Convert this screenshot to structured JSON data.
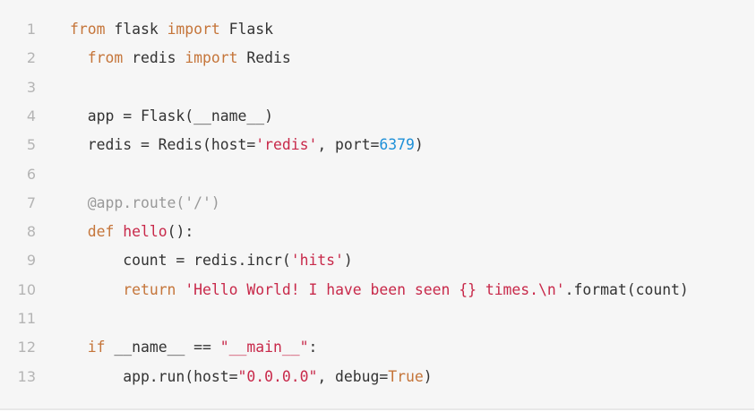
{
  "code": {
    "lines": [
      {
        "number": "1",
        "tokens": [
          {
            "t": "kw",
            "v": "from"
          },
          {
            "t": "plain",
            "v": " flask "
          },
          {
            "t": "kw",
            "v": "import"
          },
          {
            "t": "plain",
            "v": " Flask"
          }
        ]
      },
      {
        "number": "2",
        "tokens": [
          {
            "t": "plain",
            "v": "  "
          },
          {
            "t": "kw",
            "v": "from"
          },
          {
            "t": "plain",
            "v": " redis "
          },
          {
            "t": "kw",
            "v": "import"
          },
          {
            "t": "plain",
            "v": " Redis"
          }
        ]
      },
      {
        "number": "3",
        "tokens": []
      },
      {
        "number": "4",
        "tokens": [
          {
            "t": "plain",
            "v": "  app = Flask(__name__)"
          }
        ]
      },
      {
        "number": "5",
        "tokens": [
          {
            "t": "plain",
            "v": "  redis = Redis(host="
          },
          {
            "t": "str",
            "v": "'redis'"
          },
          {
            "t": "plain",
            "v": ", port="
          },
          {
            "t": "num",
            "v": "6379"
          },
          {
            "t": "plain",
            "v": ")"
          }
        ]
      },
      {
        "number": "6",
        "tokens": []
      },
      {
        "number": "7",
        "tokens": [
          {
            "t": "plain",
            "v": "  "
          },
          {
            "t": "dec",
            "v": "@app.route('/')"
          }
        ]
      },
      {
        "number": "8",
        "tokens": [
          {
            "t": "plain",
            "v": "  "
          },
          {
            "t": "kw",
            "v": "def"
          },
          {
            "t": "plain",
            "v": " "
          },
          {
            "t": "fn",
            "v": "hello"
          },
          {
            "t": "plain",
            "v": "():"
          }
        ]
      },
      {
        "number": "9",
        "tokens": [
          {
            "t": "plain",
            "v": "      count = redis.incr("
          },
          {
            "t": "str",
            "v": "'hits'"
          },
          {
            "t": "plain",
            "v": ")"
          }
        ]
      },
      {
        "number": "10",
        "tokens": [
          {
            "t": "plain",
            "v": "      "
          },
          {
            "t": "kw",
            "v": "return"
          },
          {
            "t": "plain",
            "v": " "
          },
          {
            "t": "str",
            "v": "'Hello World! I have been seen {} times.\\n'"
          },
          {
            "t": "plain",
            "v": ".format(count)"
          }
        ]
      },
      {
        "number": "11",
        "tokens": []
      },
      {
        "number": "12",
        "tokens": [
          {
            "t": "plain",
            "v": "  "
          },
          {
            "t": "kw",
            "v": "if"
          },
          {
            "t": "plain",
            "v": " __name__ == "
          },
          {
            "t": "str",
            "v": "\"__main__\""
          },
          {
            "t": "plain",
            "v": ":"
          }
        ]
      },
      {
        "number": "13",
        "tokens": [
          {
            "t": "plain",
            "v": "      app.run(host="
          },
          {
            "t": "str",
            "v": "\"0.0.0.0\""
          },
          {
            "t": "plain",
            "v": ", debug="
          },
          {
            "t": "kw",
            "v": "True"
          },
          {
            "t": "plain",
            "v": ")"
          }
        ]
      }
    ]
  },
  "colors": {
    "background": "#f6f6f6",
    "line_number": "#b4b4b4",
    "keyword": "#c5753a",
    "string": "#c8294a",
    "number": "#1e90d8",
    "decorator": "#999999",
    "text": "#333333"
  }
}
